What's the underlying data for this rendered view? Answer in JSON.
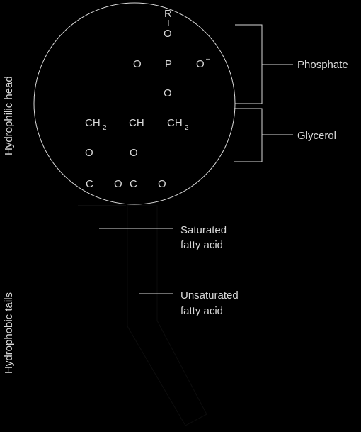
{
  "colors": {
    "background": "#000000",
    "line": "#d9d9d9",
    "text": "#d9d9d9"
  },
  "side_labels": {
    "head": "Hydrophilic head",
    "tails": "Hydrophobic tails"
  },
  "labels": {
    "phosphate": "Phosphate",
    "glycerol": "Glycerol",
    "saturated_line1": "Saturated",
    "saturated_line2": "fatty acid",
    "unsaturated_line1": "Unsaturated",
    "unsaturated_line2": "fatty acid"
  },
  "atoms": {
    "r": "R",
    "o_top": "O",
    "o_left": "O",
    "p": "P",
    "o_minus": "O",
    "o_minus_charge": "–",
    "o_below_p": "O",
    "ch2_left": "CH",
    "ch2_left_sub": "2",
    "ch": "CH",
    "ch2_right": "CH",
    "ch2_right_sub": "2",
    "o_left_ester": "O",
    "o_mid_ester": "O",
    "c_left": "C",
    "o_carbonyl_left": "O",
    "c_right": "C",
    "o_carbonyl_right": "O"
  }
}
